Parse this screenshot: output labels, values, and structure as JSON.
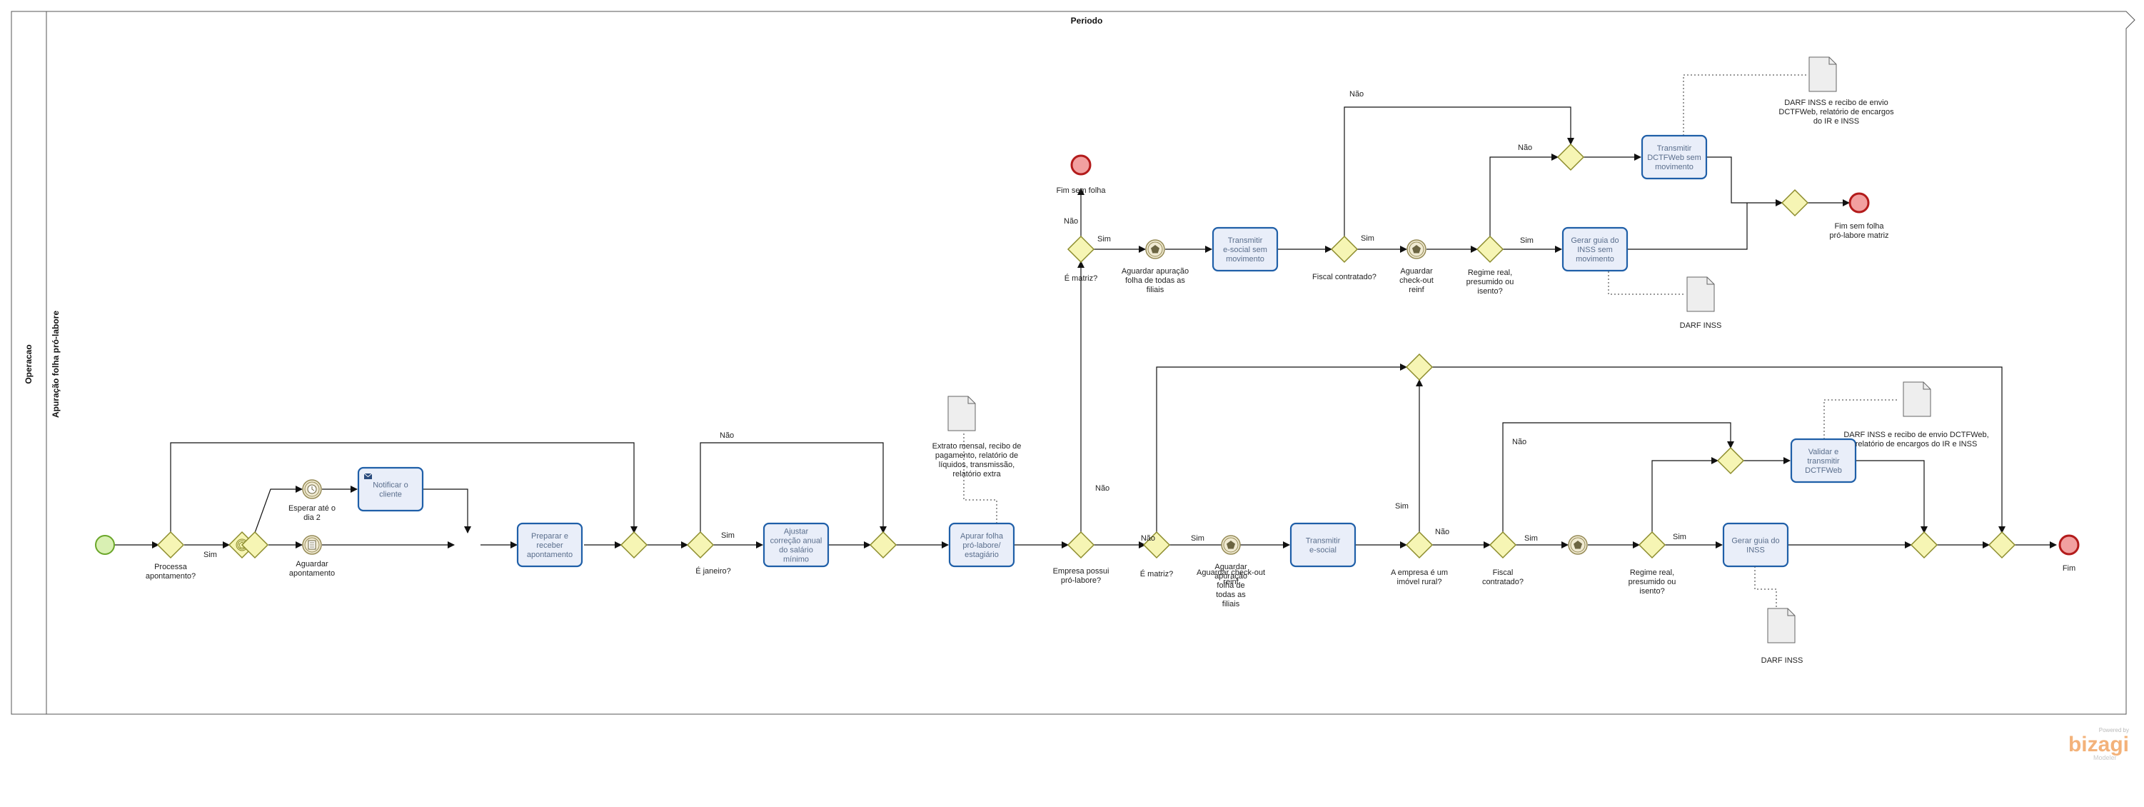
{
  "pool": {
    "name": "Operacao",
    "phase": "Periodo",
    "lane": "Apuração folha pró-labore"
  },
  "colors": {
    "task_fill": "#e9eef9",
    "task_stroke": "#1f5fa8",
    "gateway_fill": "#f6f5b4",
    "gateway_stroke": "#8c8c2c",
    "start_fill": "#d9f0b3",
    "start_stroke": "#6aa629",
    "end_fill": "#f2a0a0",
    "end_stroke": "#b31b1b",
    "event_fill": "#f0ead2",
    "event_stroke": "#958a55",
    "doc_fill": "#eeeeee"
  },
  "tasks": [
    {
      "text": "Notificar o cliente"
    },
    {
      "text": "Preparar e receber apontamento"
    },
    {
      "text": "Ajustar correção anual do salário mínimo"
    },
    {
      "text": "Apurar folha pró-labore/ estagiário"
    },
    {
      "text": "Transmitir e-social sem movimento"
    },
    {
      "text": "Transmitir DCTFWeb sem movimento"
    },
    {
      "text": "Gerar guia do INSS sem movimento"
    },
    {
      "text": "Transmitir e-social"
    },
    {
      "text": "Validar e transmitir DCTFWeb"
    },
    {
      "text": "Gerar guia do INSS"
    }
  ],
  "gateway_labels": [
    {
      "text": "Processa apontamento?"
    },
    {
      "text": "É janeiro?"
    },
    {
      "text": "Empresa possui pró-labore?"
    },
    {
      "text": "É matriz?"
    },
    {
      "text": "É matriz?"
    },
    {
      "text": "Fiscal contratado?"
    },
    {
      "text": "Regime real, presumido ou isento?"
    },
    {
      "text": "A empresa é um imóvel rural?"
    },
    {
      "text": "Fiscal contratado?"
    },
    {
      "text": "Regime real, presumido ou isento?"
    }
  ],
  "event_labels": [
    {
      "text": "Esperar até o dia 2"
    },
    {
      "text": "Aguardar apontamento"
    },
    {
      "text": "Aguardar apuração folha de todas as filiais"
    },
    {
      "text": "Aguardar check-out reinf"
    },
    {
      "text": "Aguardar apuração folha de todas as filiais"
    },
    {
      "text": "Aguardar check-out reinf"
    }
  ],
  "end_labels": [
    {
      "text": "Fim sem folha"
    },
    {
      "text": "Fim sem folha pró-labore matriz"
    },
    {
      "text": "Fim"
    }
  ],
  "flow_labels": [
    {
      "text": "Sim"
    },
    {
      "text": "Não"
    },
    {
      "text": "Sim"
    },
    {
      "text": "Não"
    },
    {
      "text": "Não"
    },
    {
      "text": "Sim"
    },
    {
      "text": "Não"
    },
    {
      "text": "Sim"
    },
    {
      "text": "Não"
    },
    {
      "text": "Sim"
    },
    {
      "text": "Sim"
    },
    {
      "text": "Não"
    },
    {
      "text": "Sim"
    },
    {
      "text": "Não"
    },
    {
      "text": "Sim"
    },
    {
      "text": "Sim"
    },
    {
      "text": "Não"
    }
  ],
  "documents": [
    {
      "text": "Extrato mensal, recibo de pagamento, relatório de líquidos,  transmissão, relatório extra"
    },
    {
      "text": "DARF INSS e recibo de envio DCTFWeb, relatório de encargos do IR e INSS"
    },
    {
      "text": "DARF INSS"
    },
    {
      "text": "DARF INSS e recibo de envio DCTFWeb, relatório de encargos do IR e INSS"
    },
    {
      "text": "DARF INSS"
    }
  ],
  "watermark": {
    "line1": "Powered by",
    "line2": "bizagi",
    "line3": "Modeler"
  }
}
